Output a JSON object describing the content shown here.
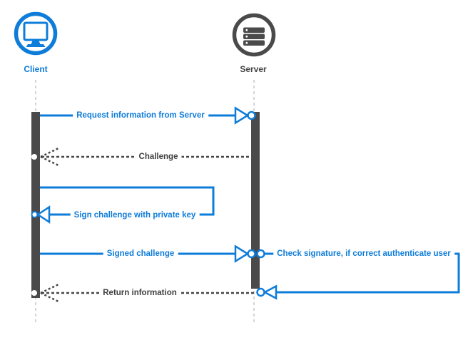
{
  "diagram": {
    "type": "sequence-diagram",
    "subject": "challenge-response authentication flow",
    "colors": {
      "accent_blue": "#0e7cd9",
      "dark_gray": "#474747",
      "lifeline_gray": "#c7c7c7",
      "background": "#ffffff"
    },
    "actors": [
      {
        "id": "client",
        "label": "Client",
        "icon": "monitor-icon",
        "color": "#0e7cd9"
      },
      {
        "id": "server",
        "label": "Server",
        "icon": "server-stack-icon",
        "color": "#474747"
      }
    ],
    "messages": [
      {
        "label": "Request information from Server",
        "from": "Client",
        "to": "Server",
        "style": "solid",
        "color": "#0e7cd9"
      },
      {
        "label": "Challenge",
        "from": "Server",
        "to": "Client",
        "style": "dashed-return",
        "color": "#474747"
      },
      {
        "label": "Sign challenge with private key",
        "from": "Client",
        "to": "Client",
        "style": "self-loop",
        "color": "#0e7cd9"
      },
      {
        "label": "Signed challenge",
        "from": "Client",
        "to": "Server",
        "style": "solid",
        "color": "#0e7cd9"
      },
      {
        "label": "Check signature, if correct authenticate user",
        "from": "Server",
        "to": "Server",
        "style": "self-loop",
        "color": "#0e7cd9"
      },
      {
        "label": "Return information",
        "from": "Server",
        "to": "Client",
        "style": "dashed-return",
        "color": "#474747"
      }
    ]
  }
}
